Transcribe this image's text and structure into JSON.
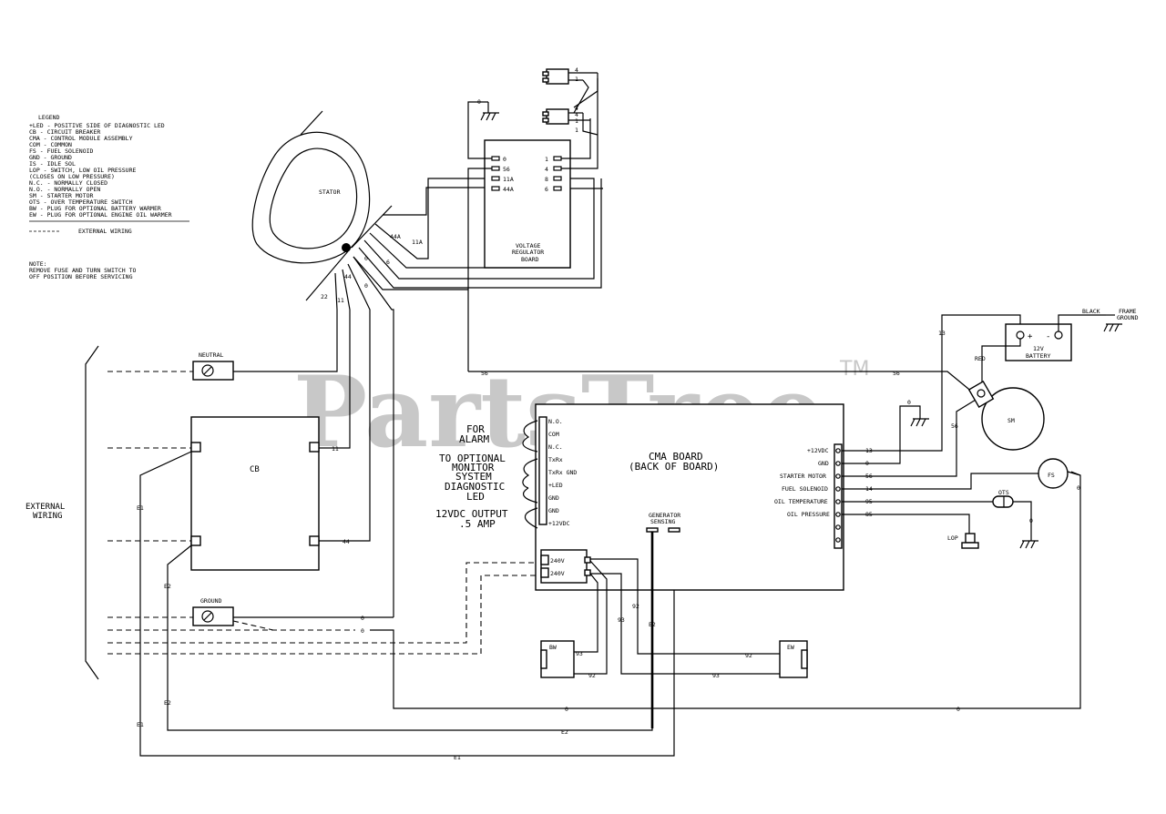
{
  "watermark": {
    "text": "PartsTree",
    "tm": "TM"
  },
  "legend": {
    "title": "LEGEND",
    "lines": [
      "+LED - POSITIVE SIDE OF DIAGNOSTIC LED",
      "CB   - CIRCUIT BREAKER",
      "CMA  - CONTROL MODULE ASSEMBLY",
      "COM  - COMMON",
      "FS   - FUEL SOLENOID",
      "GND  - GROUND",
      "IS   - IDLE SOL",
      "LOP  - SWITCH, LOW OIL PRESSURE",
      "       (CLOSES ON LOW PRESSURE)",
      "N.C. - NORMALLY CLOSED",
      "N.O. - NORMALLY OPEN",
      "SM   - STARTER MOTOR",
      "OTS  - OVER TEMPERATURE SWITCH",
      "BW   - PLUG FOR OPTIONAL BATTERY WARMER",
      "EW   - PLUG FOR OPTIONAL ENGINE OIL WARMER"
    ],
    "external_wiring": "EXTERNAL WIRING",
    "note_title": "NOTE:",
    "note_lines": [
      "REMOVE FUSE AND TURN SWITCH TO",
      "OFF POSITION BEFORE SERVICING"
    ]
  },
  "components": {
    "stator": "STATOR",
    "vr_label_1": "VOLTAGE",
    "vr_label_2": "REGULATOR",
    "vr_label_3": "BOARD",
    "vr_left_pins": [
      "0",
      "56",
      "11A",
      "44A"
    ],
    "vr_right_pins": [
      "1",
      "4",
      "8",
      "6"
    ],
    "plug_pins": [
      "4",
      "1",
      "4",
      "4",
      "1",
      "1"
    ],
    "vr_ground": "0",
    "neutral": "NEUTRAL",
    "ground": "GROUND",
    "cb": "CB",
    "external_wiring": [
      "EXTERNAL",
      "WIRING"
    ],
    "cma_title_1": "CMA BOARD",
    "cma_title_2": "(BACK OF BOARD)",
    "cma_left_pins": [
      "N.O.",
      "COM",
      "N.C.",
      "TxRx",
      "TxRx GND",
      "+LED",
      "GND",
      "GND",
      "+12VDC"
    ],
    "cma_right_pins": [
      "+12VDC",
      "GND",
      "STARTER MOTOR",
      "FUEL SOLENOID",
      "OIL TEMPERATURE",
      "OIL PRESSURE"
    ],
    "cma_right_wires": [
      "13",
      "0",
      "56",
      "14",
      "95",
      "85"
    ],
    "cma_left_groups": [
      [
        "FOR",
        "ALARM"
      ],
      [
        "TO OPTIONAL",
        "MONITOR",
        "SYSTEM"
      ],
      [
        "DIAGNOSTIC",
        "LED"
      ],
      [
        "12VDC OUTPUT",
        ".5 AMP"
      ]
    ],
    "v240": [
      "240V",
      "240V"
    ],
    "gen_sensing": [
      "GENERATOR",
      "SENSING"
    ],
    "battery": [
      "12V",
      "BATTERY"
    ],
    "battery_signs": [
      "+",
      "-"
    ],
    "black": "BLACK",
    "frame_ground": [
      "FRAME",
      "GROUND"
    ],
    "red": "RED",
    "sm": "SM",
    "fs": "FS",
    "ots": "OTS",
    "lop": "LOP",
    "bw": "BW",
    "ew": "EW"
  },
  "wire_labels": {
    "stator_11a": "11A",
    "stator_44a": "44A",
    "stator_6": "6",
    "stator_0": "0",
    "stator_44": "44",
    "stator_0b": "0",
    "stator_22": "22",
    "stator_11": "11",
    "w56_left": "56",
    "w56_right": "56",
    "w56_down": "56",
    "w13": "13",
    "w0_gnd": "0",
    "cb_11": "11",
    "cb_44": "44",
    "cb_e1": "E1",
    "cb_e2": "E2",
    "gnd_0a": "0",
    "gnd_0b": "0",
    "w92a": "92",
    "w93a": "93",
    "w92b": "92",
    "w93b": "93",
    "w92c": "92",
    "w93c": "93",
    "e2_mid": "E2",
    "e2_low": "E2",
    "e1_low": "E1",
    "bottom_0": "0",
    "bottom_0r": "0",
    "bottom_e2": "E2",
    "bottom_e1": "E1",
    "fs_0": "0",
    "ots_0": "0"
  }
}
